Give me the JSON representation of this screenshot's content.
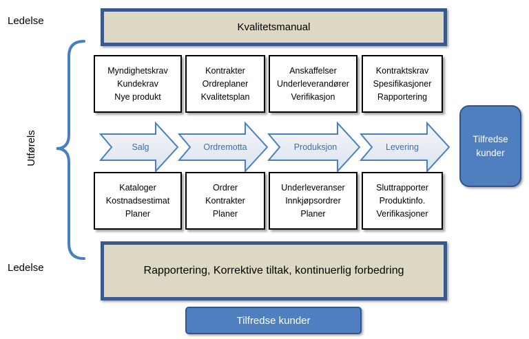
{
  "labels": {
    "management_top": "Ledelse",
    "management_bottom": "Ledelse",
    "execution": "Utførels"
  },
  "top_band": {
    "label": "Kvalitetsmanual"
  },
  "bottom_band": {
    "label": "Rapportering, Korrektive tiltak, kontinuerlig forbedring"
  },
  "process": [
    {
      "label": "Salg"
    },
    {
      "label": "Ordremotta"
    },
    {
      "label": "Produksjon"
    },
    {
      "label": "Levering"
    }
  ],
  "input_boxes": [
    {
      "lines": [
        "Myndighetskrav",
        "Kundekrav",
        "Nye produkt"
      ]
    },
    {
      "lines": [
        "Kontrakter",
        "Ordreplaner",
        "Kvalitetsplan"
      ]
    },
    {
      "lines": [
        "Anskaffelser",
        "Underleverandører",
        "Verifikasjon"
      ]
    },
    {
      "lines": [
        "Kontraktskrav",
        "Spesifikasjoner",
        "Rapportering"
      ]
    }
  ],
  "output_boxes": [
    {
      "lines": [
        "Kataloger",
        "Kostnadsestimat",
        "Planer"
      ]
    },
    {
      "lines": [
        "Ordrer",
        "Kontrakter",
        "Planer"
      ]
    },
    {
      "lines": [
        "Underleveranser",
        "Innkjøpsordrer",
        "Planer"
      ]
    },
    {
      "lines": [
        "Sluttrapporter",
        "Produktinfo.",
        "Verifikasjoner"
      ]
    }
  ],
  "customer_box": {
    "lines": [
      "Tilfredse",
      "kunder"
    ]
  },
  "customer_bar": {
    "label": "Tilfredse kunder"
  },
  "colors": {
    "band_fill": "#ddd8c4",
    "band_border": "#3a5b8a",
    "customer_fill": "#4f7fbe",
    "arrow_fill": "#e9eef6",
    "arrow_stroke": "#4a7ec2",
    "brace": "#4a7ec2",
    "arrow_text": "#3d6cb0"
  }
}
